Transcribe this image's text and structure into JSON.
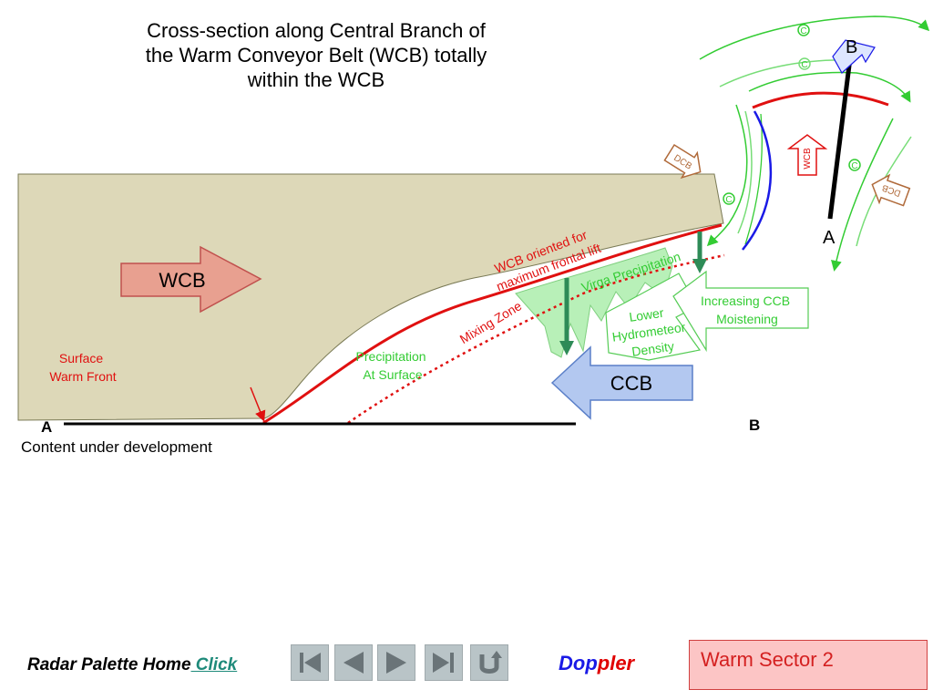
{
  "title_lines": [
    "Cross-section along Central Branch of",
    "the Warm Conveyor Belt (WCB) totally",
    "within the WCB"
  ],
  "diagram": {
    "arrows": {
      "wcb": "WCB",
      "ccb": "CCB"
    },
    "surface_warm_front": [
      "Surface",
      "Warm Front"
    ],
    "wcb_oriented": [
      "WCB oriented for",
      "maximum frontal lift"
    ],
    "mixing_zone": "Mixing Zone",
    "virga": "Virga Precipitation",
    "precip_surface": [
      "Precipitation",
      "At Surface"
    ],
    "lower_density": [
      "Lower",
      "Hydrometeor",
      "Density"
    ],
    "increasing_ccb": [
      "Increasing CCB",
      "Moistening"
    ],
    "axis_a": "A",
    "axis_b": "B",
    "inset": {
      "b": "B",
      "a": "A",
      "dcb_left": "DCB",
      "dcb_right": "DCB",
      "wcb_small": "WCB",
      "c_symbol": "C"
    }
  },
  "status_text": "Content under development",
  "footer": {
    "label": "Radar Palette Home",
    "link": " Click",
    "doppler_part1": "Dop",
    "doppler_part2": "pler",
    "sector": "Warm Sector 2"
  },
  "colors": {
    "cloud_fill": "#ddd8b8",
    "wcb_arrow": "#e8a090",
    "ccb_arrow": "#b3c8f0",
    "front_line": "#e01010",
    "virga_fill": "#b8f0b8",
    "precip_arrow": "#2e8b57",
    "inset_green": "#33cc33",
    "sector_bg": "#fcc5c5"
  },
  "nav_icons": [
    "skip-first-icon",
    "previous-icon",
    "next-icon",
    "skip-last-icon",
    "return-icon"
  ]
}
